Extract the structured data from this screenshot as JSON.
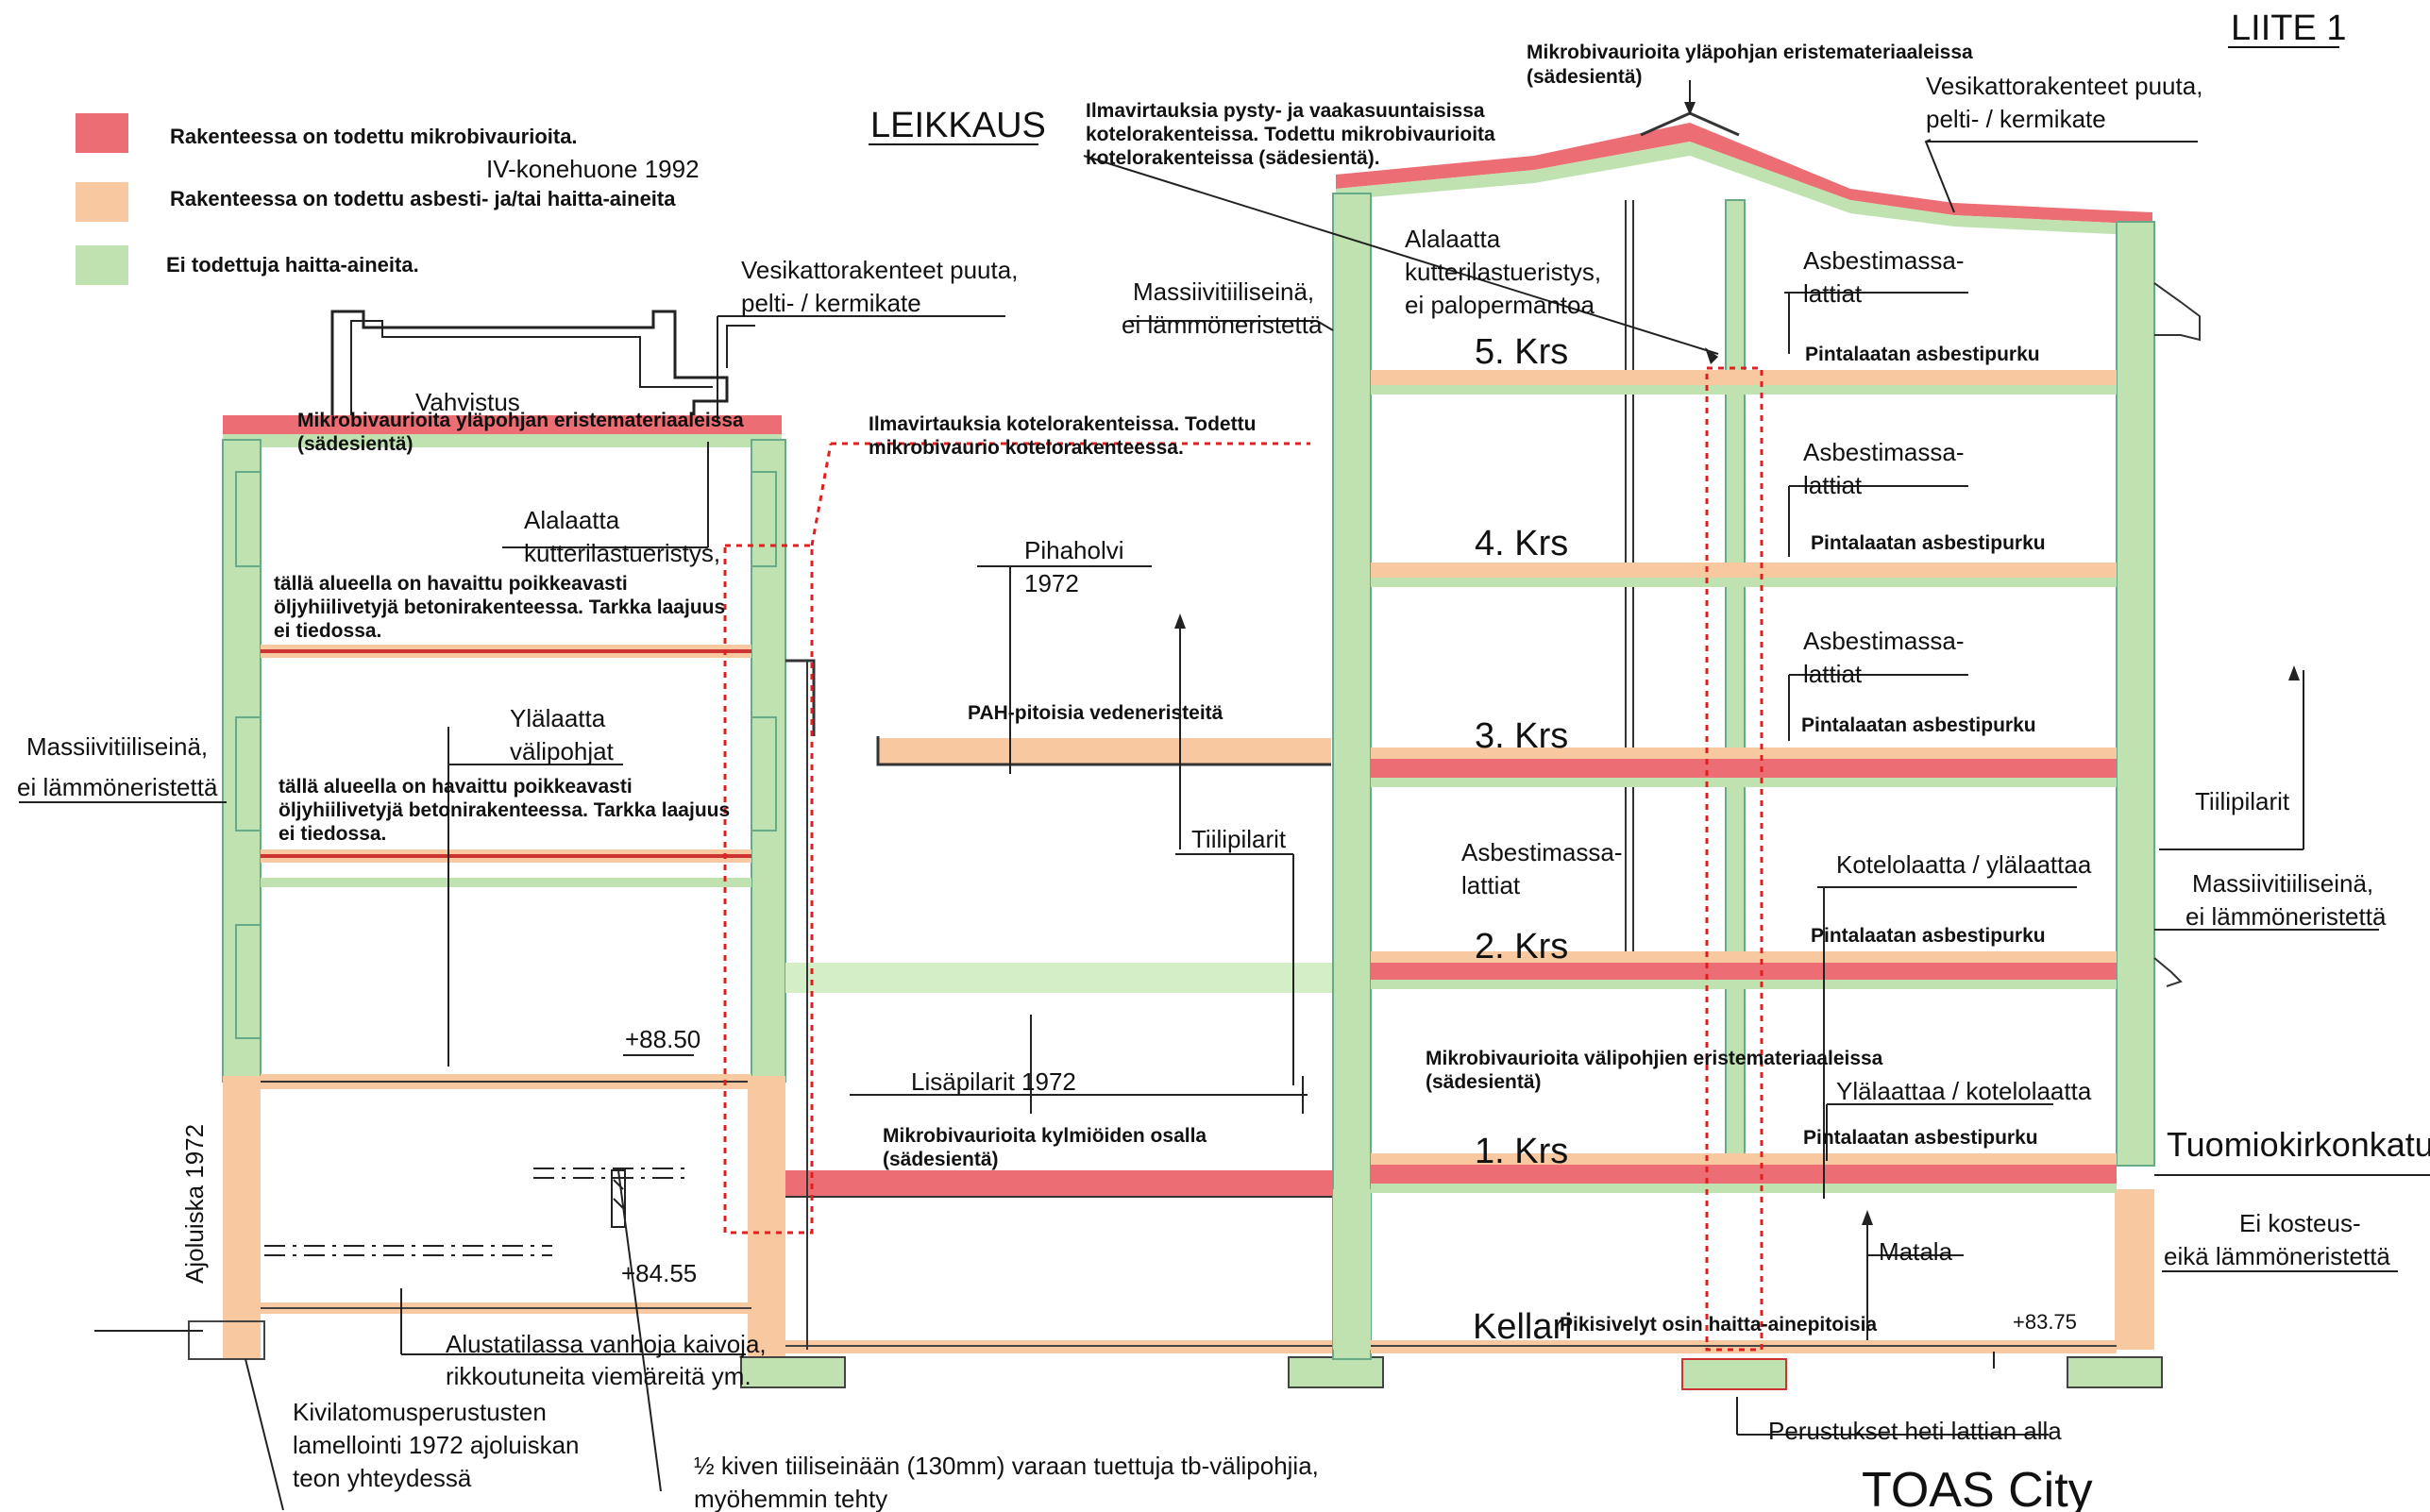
{
  "header": {
    "appendix": "LIITE 1",
    "section_title": "LEIKKAUS",
    "building": "TOAS City"
  },
  "legend": {
    "items": [
      {
        "text": "Rakenteessa on todettu mikrobivaurioita.",
        "color": "#ec6d73"
      },
      {
        "text": "Rakenteessa on todettu asbesti- ja/tai haitta-aineita",
        "color": "#f8c9a0"
      },
      {
        "text": "Ei todettuja haitta-aineita.",
        "color": "#bfe2b0"
      }
    ]
  },
  "floors": [
    "5. Krs",
    "4. Krs",
    "3. Krs",
    "2. Krs",
    "1. Krs",
    "Kellari"
  ],
  "street": "Tuomiokirkonkatu",
  "notes": {
    "ilmavirtaukset_top": [
      "Ilmavirtauksia pysty- ja vaakasuuntaisissa",
      "kotelorakenteissa. Todettu mikrobivaurioita",
      "kotelorakenteissa (sädesientä)."
    ],
    "mikrobi_ylapohja_right": [
      "Mikrobivaurioita yläpohjan eristemateriaaleissa",
      "(sädesientä)"
    ],
    "mikrobi_ylapohja_left": [
      "Mikrobivaurioita yläpohjan eristemateriaaleissa",
      "(sädesientä)"
    ],
    "ilmavirtaukset_mid": [
      "Ilmavirtauksia kotelorakenteissa. Todettu",
      "mikrobivaurio kotelorakenteessa."
    ],
    "oil_1": [
      "tällä alueella on havaittu poikkeavasti",
      "öljyhiilivetyjä betonirakenteessa. Tarkka laajuus",
      "ei tiedossa."
    ],
    "oil_2": [
      "tällä alueella on havaittu poikkeavasti",
      "öljyhiilivetyjä betonirakenteessa. Tarkka laajuus",
      "ei tiedossa."
    ],
    "pah": "PAH-pitoisia vedeneristeitä",
    "pintalaatan": "Pintalaatan asbestipurku",
    "mikrobi_valipohja": [
      "Mikrobivaurioita välipohjien eristemateriaaleissa",
      "(sädesientä)"
    ],
    "mikrobi_kylmio": [
      "Mikrobivaurioita kylmiöiden osalla",
      "(sädesientä)"
    ],
    "pikisively": "Pikisivelyt osin haitta-ainepitoisia"
  },
  "labels": {
    "iv_konehuone": "IV-konehuone 1992",
    "vahvistus": "Vahvistus",
    "vesikatto_left": [
      "Vesikattorakenteet puuta,",
      "pelti- / kermikate"
    ],
    "vesikatto_right": [
      "Vesikattorakenteet puuta,",
      "pelti- / kermikate"
    ],
    "alalaatta_left": [
      "Alalaatta",
      "kutterilastueristys,"
    ],
    "ylalaatta_left": [
      "Ylälaatta",
      "välipohjat"
    ],
    "massiivi_left": [
      "Massiivitiiliseinä,",
      "ei lämmöneristettä"
    ],
    "massiivi_top": [
      "Massiivitiiliseinä,",
      "ei lämmöneristettä"
    ],
    "massiivi_right": [
      "Massiivitiiliseinä,",
      "ei lämmöneristettä"
    ],
    "alalaatta_right": [
      "Alalaatta",
      "kutterilastueristys,",
      "ei palopermantoa"
    ],
    "pihaholvi": [
      "Pihaholvi",
      "1972"
    ],
    "tiilipilarit_mid": "Tiilipilarit",
    "tiilipilarit_right": "Tiilipilarit",
    "asbestimassa": [
      "Asbestimassa-",
      "lattiat"
    ],
    "kotelolaatta": "Kotelolaatta / ylälaattaa",
    "ylalaattaa_kotelo": "Ylälaattaa / kotelolaatta",
    "lisapilarit": "Lisäpilarit 1972",
    "ajoluiska": "Ajoluiska 1972",
    "ei_kosteus": [
      "Ei kosteus-",
      "eikä lämmöneristettä"
    ],
    "matala": "Matala",
    "alustatila": [
      "Alustatilassa vanhoja kaivoja,",
      "rikkoutuneita viemäreitä ym."
    ],
    "kivilatomus": [
      "Kivilatomusperustusten",
      "lamellointi 1972 ajoluiskan",
      "teon yhteydessä"
    ],
    "half_brick": [
      "½ kiven tiiliseinään (130mm) varaan tuettuja tb-välipohjia,",
      "myöhemmin tehty"
    ],
    "perustukset": "Perustukset heti lattian alla",
    "lvl_8850": "+88.50",
    "lvl_8455": "+84.55",
    "lvl_8375": "+83.75"
  }
}
